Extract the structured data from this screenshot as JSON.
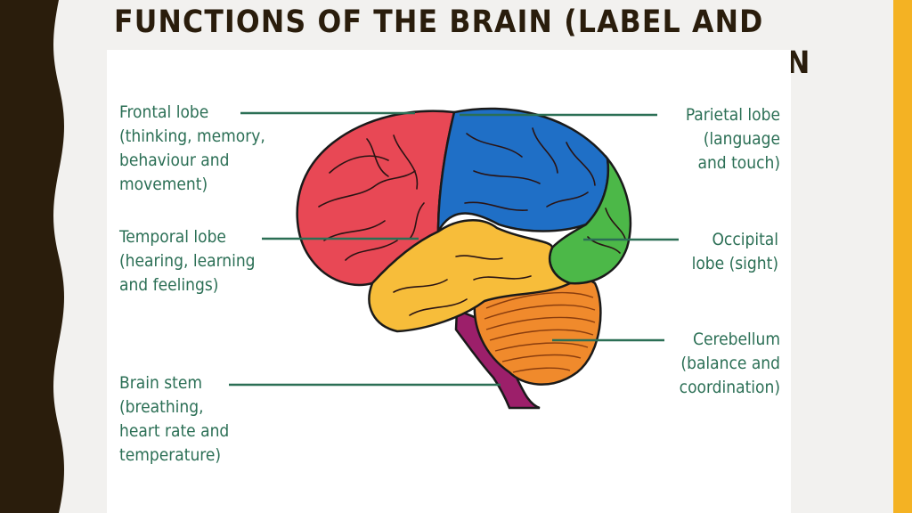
{
  "slide": {
    "title_line1": "FUNCTIONS OF THE BRAIN (LABEL AND",
    "title_line2": "WRITE THE FUNCTIONS OF EACH SECTION"
  },
  "labels": {
    "frontal": {
      "lines": [
        "Frontal lobe",
        "(thinking, memory,",
        "behaviour and",
        "movement)"
      ]
    },
    "temporal": {
      "lines": [
        "Temporal lobe",
        "(hearing, learning",
        "and feelings)"
      ]
    },
    "brainstem": {
      "lines": [
        "Brain stem",
        "(breathing,",
        "heart rate and",
        "temperature)"
      ]
    },
    "parietal": {
      "lines": [
        "Parietal lobe",
        "(language",
        "and touch)"
      ]
    },
    "occipital": {
      "lines": [
        "Occipital",
        "lobe (sight)"
      ]
    },
    "cerebellum": {
      "lines": [
        "Cerebellum",
        "(balance and",
        "coordination)"
      ]
    }
  },
  "colors": {
    "frontal": "#e84855",
    "parietal": "#1f6fc6",
    "occipital": "#4cb848",
    "temporal": "#f7bd3a",
    "cerebellum": "#f08a2c",
    "brainstem": "#9c1f6a",
    "label_text": "#2b6f55",
    "title_text": "#2a1d0c",
    "accent": "#f4b223",
    "dark_band": "#2a1d0c"
  }
}
